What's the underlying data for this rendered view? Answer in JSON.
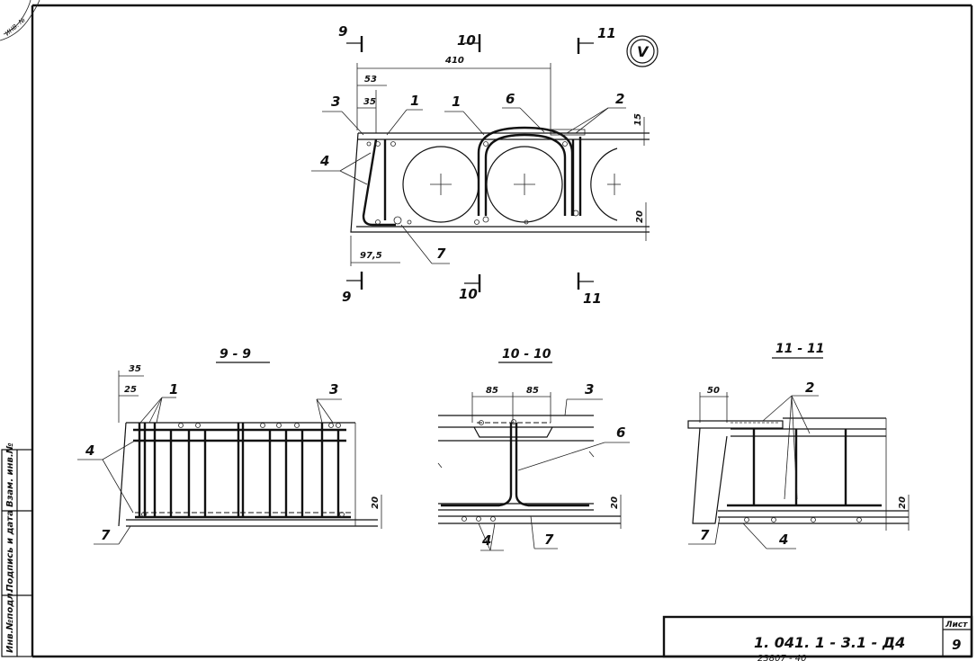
{
  "plan": {
    "section_marks": {
      "s9": "9",
      "s10": "10",
      "s11": "11"
    },
    "symbol": "V",
    "dims": {
      "d410": "410",
      "d53": "53",
      "d35": "35",
      "d15": "15",
      "d20": "20",
      "d97_5": "97,5"
    },
    "labels": {
      "l3": "3",
      "l1a": "1",
      "l1b": "1",
      "l6": "6",
      "l2": "2",
      "l4": "4",
      "l7": "7"
    }
  },
  "sections": [
    {
      "title": "9 - 9",
      "dims": {
        "d35": "35",
        "d25": "25",
        "d20": "20"
      },
      "labels": {
        "l1": "1",
        "l3": "3",
        "l4": "4",
        "l7": "7"
      }
    },
    {
      "title": "10 - 10",
      "dims": {
        "d85a": "85",
        "d85b": "85",
        "d20": "20"
      },
      "labels": {
        "l3": "3",
        "l6": "6",
        "l4": "4",
        "l7": "7"
      }
    },
    {
      "title": "11 - 11",
      "dims": {
        "d50": "50",
        "d20": "20"
      },
      "labels": {
        "l2": "2",
        "l4": "4",
        "l7": "7"
      }
    }
  ],
  "left_stamp": {
    "col1": "Взам. инв.№",
    "col2": "Подпись и дата",
    "col3": "Инв.№подл."
  },
  "title_block": {
    "code": "1. 041. 1 - 3.1 - Д4",
    "sheet_label": "Лист",
    "sheet_no": "9",
    "archive": "23807 - 40"
  }
}
